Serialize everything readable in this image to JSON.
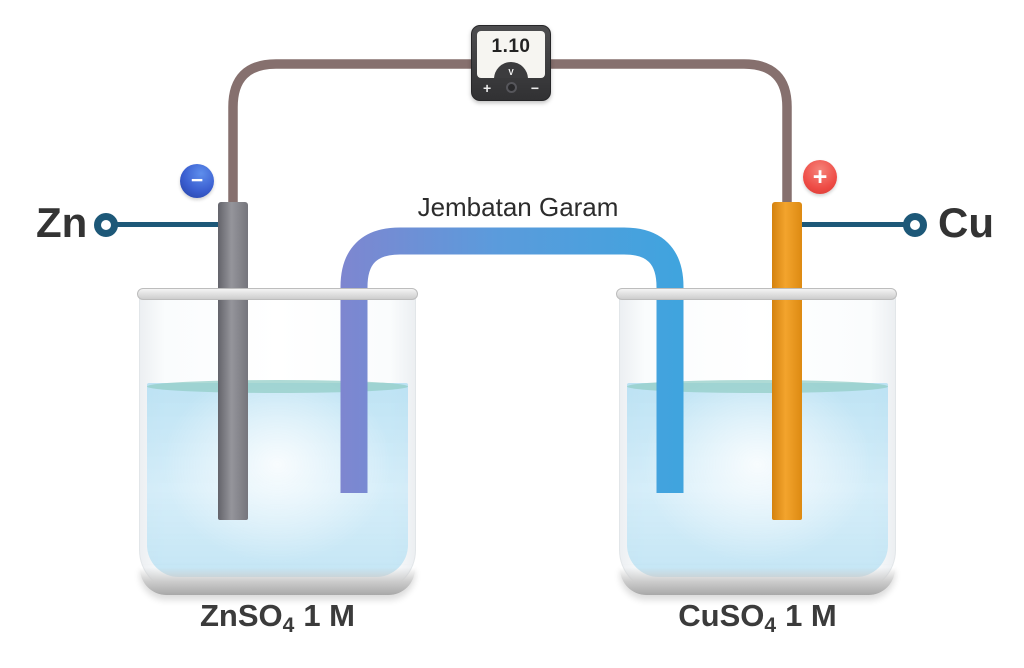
{
  "diagram": {
    "voltmeter": {
      "reading": "1.10",
      "unit": "V",
      "plus": "+",
      "minus": "−"
    },
    "salt_bridge": {
      "label": "Jembatan Garam",
      "left_color": "#7e86d0",
      "right_color": "#3fa4de"
    },
    "anode": {
      "metal": "Zn",
      "sign": "−",
      "solution": {
        "formula": "ZnSO",
        "subscript": "4",
        "concentration": "1 M"
      }
    },
    "cathode": {
      "metal": "Cu",
      "sign": "+",
      "solution": {
        "formula": "CuSO",
        "subscript": "4",
        "concentration": "1 M"
      }
    },
    "colors": {
      "wire": "#86706e",
      "terminal": "#1d5878",
      "minus_badge": "#3a5ed0",
      "plus_badge": "#ee4b45",
      "zn_electrode": "#7c7c82",
      "cu_electrode": "#e8941e",
      "water": "#cfe9f6"
    }
  }
}
